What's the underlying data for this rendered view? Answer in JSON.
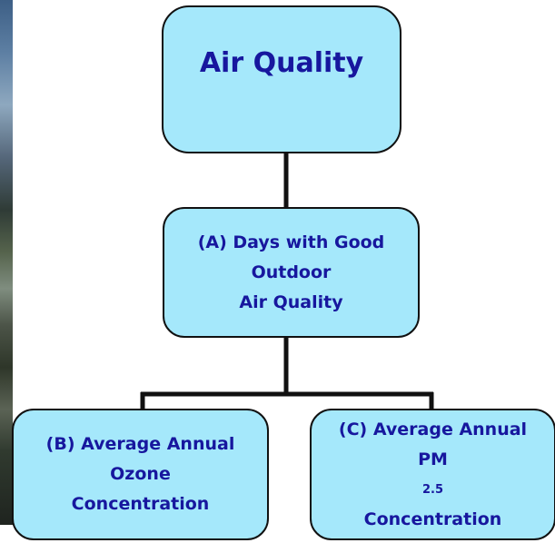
{
  "diagram": {
    "root": {
      "label": "Air Quality"
    },
    "level1": {
      "line1": "(A) Days with Good",
      "line2": "Outdoor",
      "line3": "Air Quality"
    },
    "left_leaf": {
      "line1": "(B) Average Annual",
      "line2": "Ozone",
      "line3": "Concentration"
    },
    "right_leaf": {
      "line1": "(C) Average Annual",
      "line2_main": "PM",
      "line2_sub": "2.5",
      "line3": "Concentration"
    },
    "colors": {
      "box_fill": "#a5e8fb",
      "text": "#17179e",
      "connector": "#111111"
    }
  }
}
